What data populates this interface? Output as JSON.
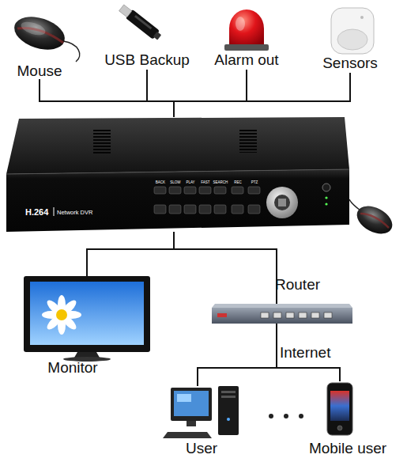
{
  "diagram": {
    "nodes": [
      {
        "text": [
          "Mouse"
        ]
      },
      {
        "text": [
          "USB Backup"
        ]
      },
      {
        "text": [
          "Alarm out"
        ]
      },
      {
        "text": [
          "Sensors"
        ]
      },
      {
        "text": [
          "H.264",
          "Network DVR"
        ]
      },
      {
        "text": [
          "Monitor"
        ]
      },
      {
        "text": [
          "Router"
        ]
      },
      {
        "text": [
          "User"
        ]
      },
      {
        "text": [
          "Mobile user"
        ]
      }
    ],
    "edges": [
      {
        "from": 0,
        "to": 4,
        "arrow": "none"
      },
      {
        "from": 1,
        "to": 4,
        "arrow": "none"
      },
      {
        "from": 2,
        "to": 4,
        "arrow": "none"
      },
      {
        "from": 3,
        "to": 4,
        "arrow": "none"
      },
      {
        "from": 4,
        "to": 5,
        "arrow": "none"
      },
      {
        "from": 4,
        "to": 6,
        "arrow": "none"
      },
      {
        "from": 6,
        "to": 7,
        "arrow": "none"
      },
      {
        "from": 6,
        "to": 8,
        "arrow": "none"
      }
    ],
    "labels": [
      "BACK",
      "SLOW",
      "PLAY",
      "FAST",
      "SEARCH",
      "REC",
      "PTZ",
      "Internet"
    ]
  }
}
